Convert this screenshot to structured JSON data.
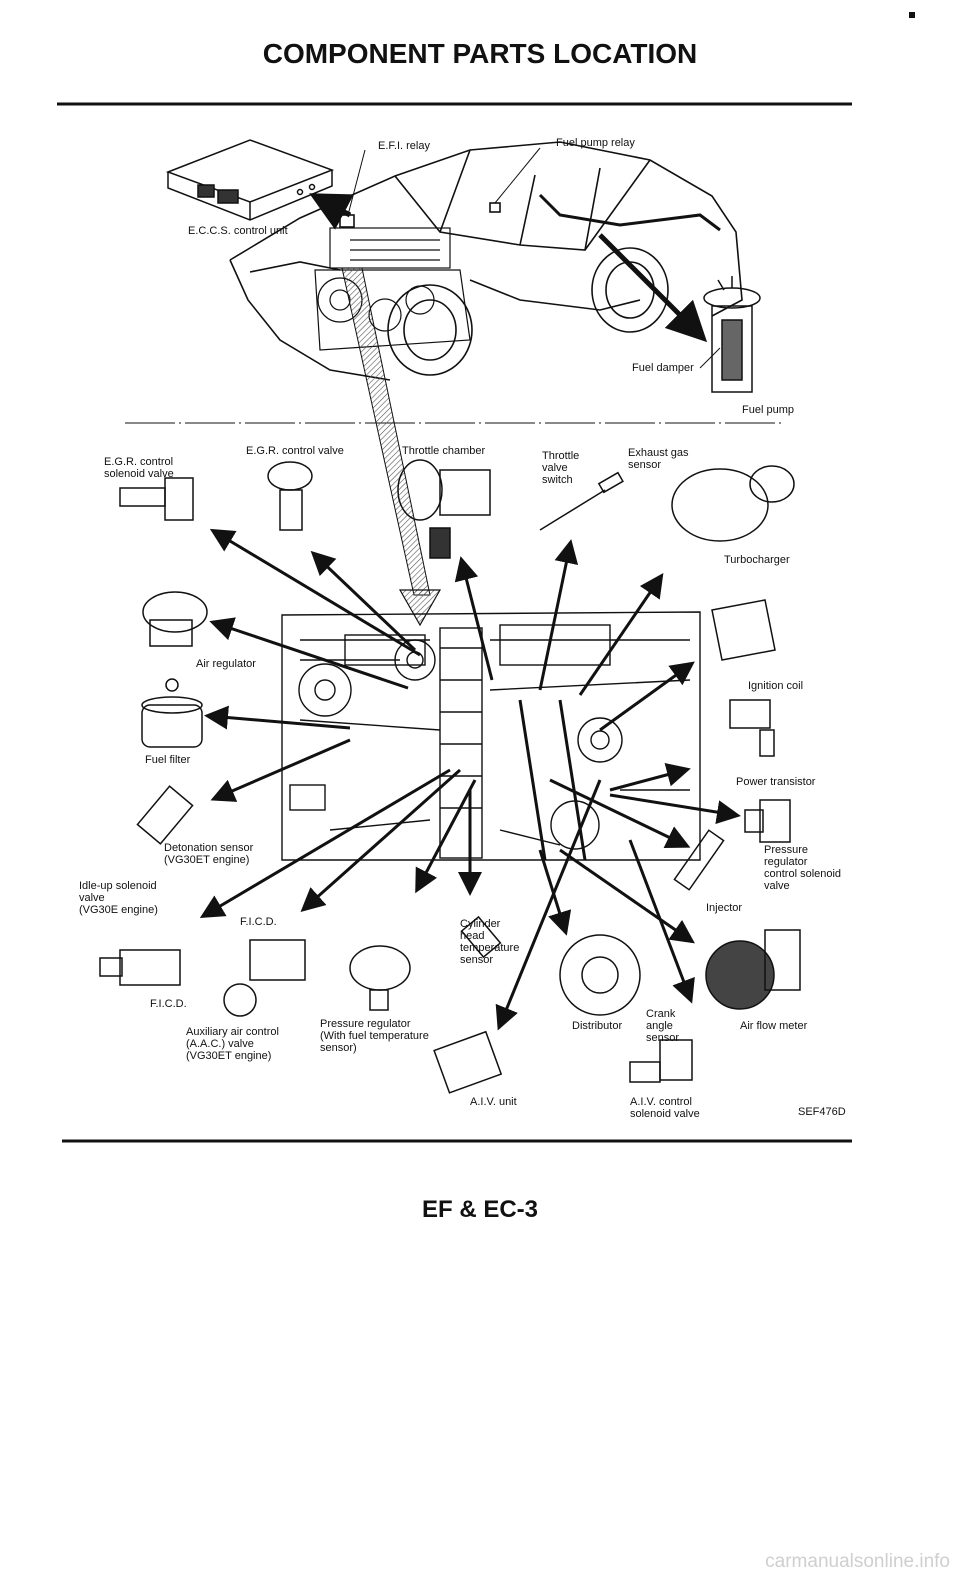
{
  "header": {
    "title": "COMPONENT PARTS LOCATION"
  },
  "labels": {
    "eccs_unit": "E.C.C.S. control unit",
    "efi_relay": "E.F.I. relay",
    "fuel_pump_relay": "Fuel pump relay",
    "fuel_damper": "Fuel damper",
    "fuel_pump": "Fuel pump",
    "egr_solenoid": "E.G.R. control\nsolenoid valve",
    "egr_valve": "E.G.R. control valve",
    "throttle_chamber": "Throttle chamber",
    "throttle_switch": "Throttle\nvalve\nswitch",
    "exhaust_sensor": "Exhaust gas\nsensor",
    "turbocharger": "Turbocharger",
    "air_regulator": "Air regulator",
    "ignition_coil": "Ignition coil",
    "fuel_filter": "Fuel filter",
    "power_transistor": "Power transistor",
    "detonation_sensor": "Detonation sensor\n(VG30ET engine)",
    "pressure_reg_solenoid": "Pressure\nregulator\ncontrol solenoid\nvalve",
    "idle_up": "Idle-up solenoid\nvalve\n(VG30E engine)",
    "injector": "Injector",
    "ficd_top": "F.I.C.D.",
    "cylinder_temp": "Cylinder\nhead\ntemperature\nsensor",
    "ficd_bottom": "F.I.C.D.",
    "crank_sensor": "Crank\nangle\nsensor",
    "distributor": "Distributor",
    "air_flow_meter": "Air flow meter",
    "aac_valve": "Auxiliary air control\n(A.A.C.) valve\n(VG30ET engine)",
    "pressure_regulator": "Pressure regulator\n(With fuel temperature\nsensor)",
    "aiv_unit": "A.I.V. unit",
    "aiv_solenoid": "A.I.V. control\nsolenoid valve"
  },
  "figure_code": "SEF476D",
  "footer": {
    "page": "EF & EC-3"
  },
  "watermark": "carmanualsonline.info"
}
